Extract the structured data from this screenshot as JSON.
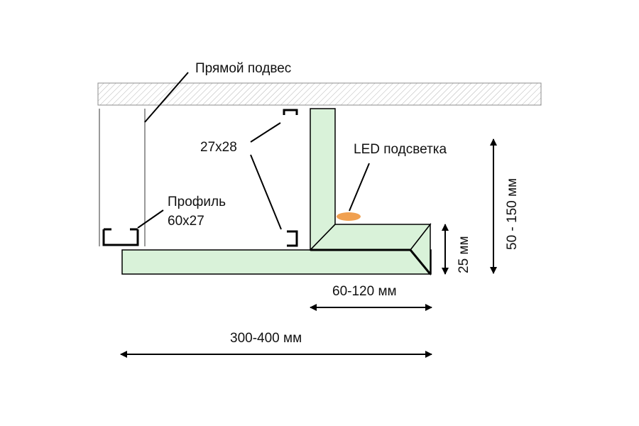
{
  "labels": {
    "hanger": "Прямой подвес",
    "profile_line1": "Профиль",
    "profile_line2": "60х27",
    "small_profile": "27х28",
    "led": "LED подсветка",
    "height_range": "50 - 150 мм",
    "edge_thickness": "25 мм",
    "step_width": "60-120 мм",
    "total_width": "300-400 мм"
  },
  "colors": {
    "ceiling_fill": "#f2f2f2",
    "ceiling_hatch": "#b4b4b4",
    "drywall_fill": "#d9f2d9",
    "led_fill": "#f0a050",
    "line": "#000000",
    "hanger_rod": "#9a9a9a"
  }
}
